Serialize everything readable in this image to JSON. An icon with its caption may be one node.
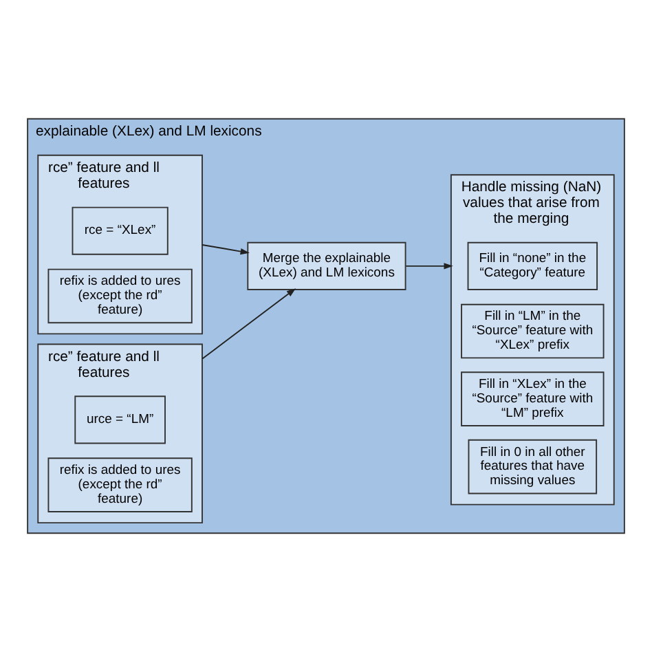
{
  "diagram": {
    "nodes": [
      {
        "text": [
          "explainable (XLex) and LM lexicons"
        ]
      },
      {
        "text": [
          "rce” feature and ll features"
        ],
        "in": 0
      },
      {
        "text": [
          "rce = “XLex”"
        ],
        "in": 1
      },
      {
        "text": [
          "refix is added to ures (except the rd” feature)"
        ],
        "in": 1
      },
      {
        "text": [
          "rce” feature and ll features"
        ],
        "in": 0
      },
      {
        "text": [
          "urce = “LM”"
        ],
        "in": 4
      },
      {
        "text": [
          "refix is added to ures (except the rd” feature)"
        ],
        "in": 4
      },
      {
        "text": [
          "Merge the explainable (XLex) and LM lexicons"
        ],
        "in": 0
      },
      {
        "text": [
          "Handle missing (NaN) values that arise from the merging"
        ],
        "in": 0
      },
      {
        "text": [
          "Fill in “none” in the “Category” feature"
        ],
        "in": 8
      },
      {
        "text": [
          "Fill in “LM” in the “Source” feature with “XLex” prefix"
        ],
        "in": 8
      },
      {
        "text": [
          "Fill in “XLex” in the “Source” feature with “LM” prefix"
        ],
        "in": 8
      },
      {
        "text": [
          "Fill in 0 in all other features that have missing values"
        ],
        "in": 8
      }
    ],
    "edges": [
      {
        "from": 1,
        "to": 7,
        "arrow": "to"
      },
      {
        "from": 4,
        "to": 7,
        "arrow": "to"
      },
      {
        "from": 7,
        "to": 8,
        "arrow": "to"
      }
    ]
  }
}
